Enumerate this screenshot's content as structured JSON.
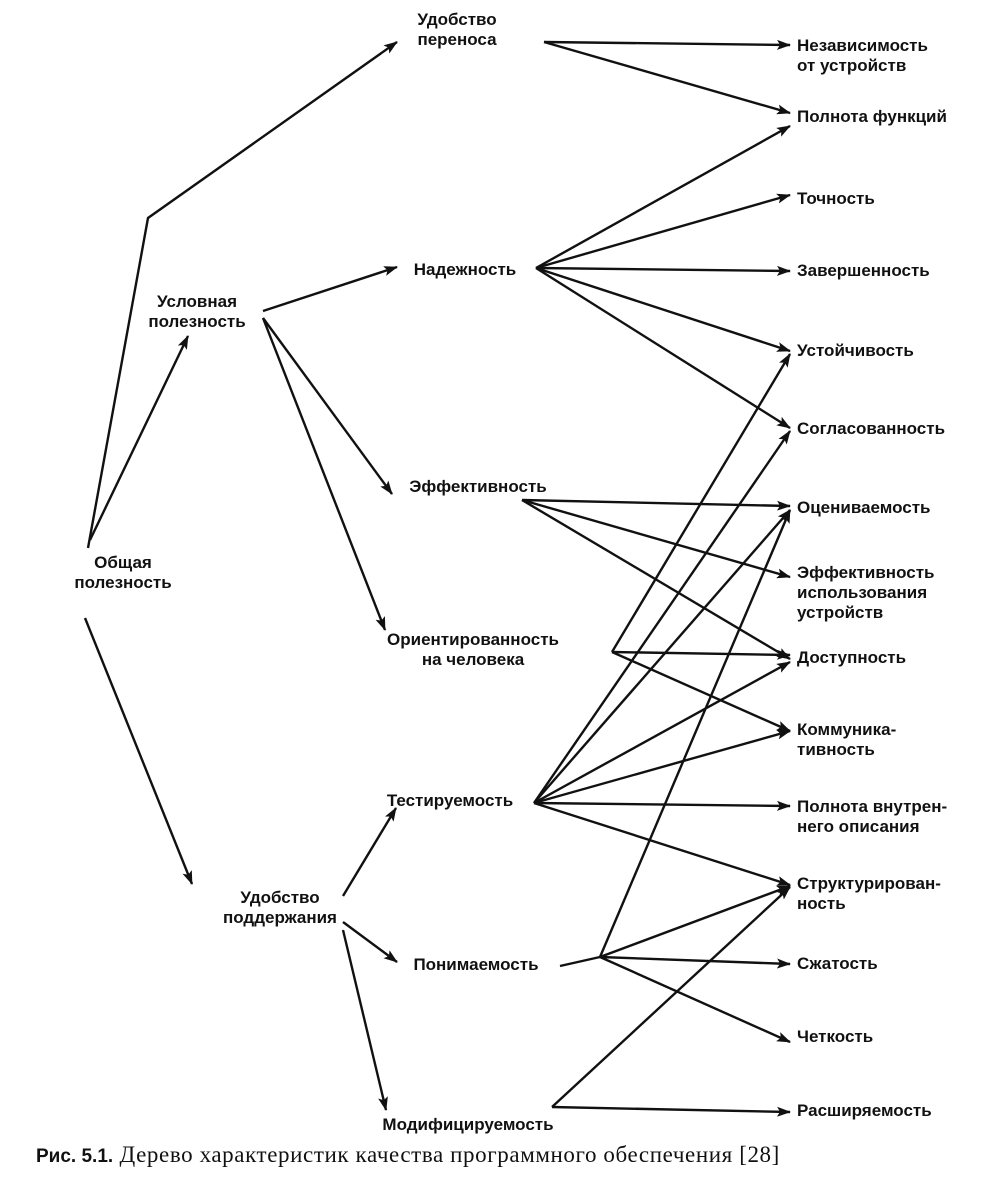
{
  "nodes": {
    "obshchaya": [
      "Общая",
      "полезность"
    ],
    "uslovnaya": [
      "Условная",
      "полезность"
    ],
    "udobstvo_perenosa": [
      "Удобство",
      "переноса"
    ],
    "nadezhnost": [
      "Надежность"
    ],
    "effektivnost": [
      "Эффективность"
    ],
    "orientirovannost": [
      "Ориентированность",
      "на человека"
    ],
    "udobstvo_podderzhaniya": [
      "Удобство",
      "поддержания"
    ],
    "testiruemost": [
      "Тестируемость"
    ],
    "ponimaemost": [
      "Понимаемость"
    ],
    "modificiruemost": [
      "Модифицируемость"
    ],
    "nezavisimost": [
      "Независимость",
      "от устройств"
    ],
    "polnota_funkciy": [
      "Полнота функций"
    ],
    "tochnost": [
      "Точность"
    ],
    "zavershennost": [
      "Завершенность"
    ],
    "ustoychivost": [
      "Устойчивость"
    ],
    "soglasovannost": [
      "Согласованность"
    ],
    "ocenivaemost": [
      "Оцениваемость"
    ],
    "effektivnost_ispolzovaniya": [
      "Эффективность",
      "использования",
      "устройств"
    ],
    "dostupnost": [
      "Доступность"
    ],
    "kommunikativnost": [
      "Коммуника-",
      "тивность"
    ],
    "polnota_opisaniya": [
      "Полнота внутрен-",
      "него описания"
    ],
    "strukturirovannost": [
      "Структурирован-",
      "ность"
    ],
    "szhatost": [
      "Сжатость"
    ],
    "chetkost": [
      "Четкость"
    ],
    "rasshiryaemost": [
      "Расширяемость"
    ]
  },
  "caption": {
    "label": "Рис. 5.1.",
    "text": "Дерево характеристик качества программного обеспечения [28]"
  }
}
